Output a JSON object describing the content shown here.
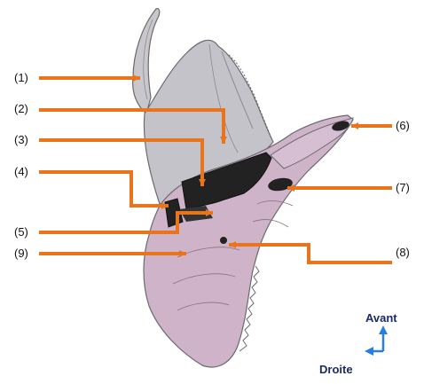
{
  "labels": [
    {
      "id": "1",
      "text": "(1)"
    },
    {
      "id": "2",
      "text": "(2)"
    },
    {
      "id": "3",
      "text": "(3)"
    },
    {
      "id": "4",
      "text": "(4)"
    },
    {
      "id": "5",
      "text": "(5)"
    },
    {
      "id": "6",
      "text": "(6)"
    },
    {
      "id": "7",
      "text": "(7)"
    },
    {
      "id": "8",
      "text": "(8)"
    },
    {
      "id": "9",
      "text": "(9)"
    }
  ],
  "compass": {
    "forward": "Avant",
    "side": "Droite"
  },
  "colors": {
    "arrow": "#e8741c",
    "compass_arrow": "#2a7de1",
    "compass_text": "#1a2a66",
    "crest_fill": "#c5c3ca",
    "body_fill": "#cfb3c9",
    "dark_openings": "#222222",
    "outline": "#6a6a70"
  }
}
